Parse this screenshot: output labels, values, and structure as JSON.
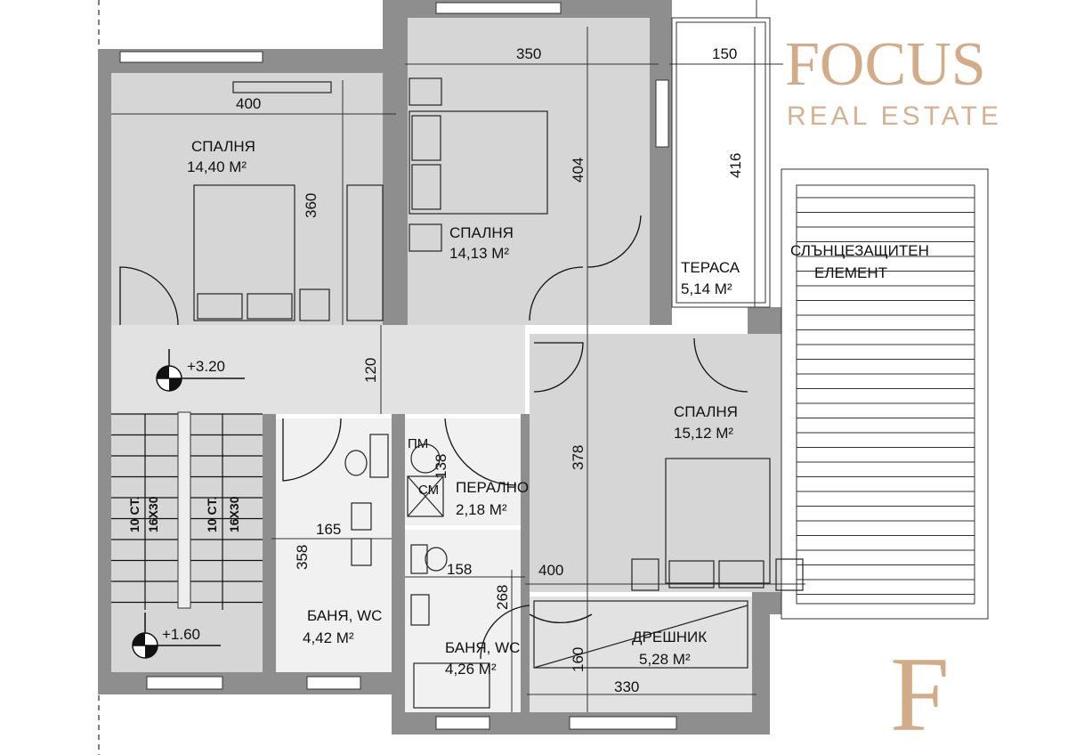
{
  "rooms": {
    "bedroom1": {
      "name": "СПАЛНЯ",
      "area": "14,40 M²"
    },
    "bedroom2": {
      "name": "СПАЛНЯ",
      "area": "14,13 M²"
    },
    "bedroom3": {
      "name": "СПАЛНЯ",
      "area": "15,12 M²"
    },
    "terrace": {
      "name": "ТЕРАСА",
      "area": "5,14 M²"
    },
    "laundry": {
      "name": "ПЕРАЛНО",
      "area": "2,18 M²"
    },
    "bath1": {
      "name": "БАНЯ, WC",
      "area": "4,42 M²"
    },
    "bath2": {
      "name": "БАНЯ, WC",
      "area": "4,26 M²"
    },
    "closet": {
      "name": "ДРЕШНИК",
      "area": "5,28 M²"
    }
  },
  "sunshade": {
    "line1": "СЛЪНЦЕЗАЩИТЕН",
    "line2": "ЕЛЕМЕНТ"
  },
  "appliances": {
    "dishwasher": "ПМ",
    "washer": "СМ"
  },
  "dimensions": {
    "d400_top": "400",
    "d350": "350",
    "d150": "150",
    "d360": "360",
    "d404": "404",
    "d416": "416",
    "d120": "120",
    "d378": "378",
    "d138": "138",
    "d165": "165",
    "d358": "358",
    "d158": "158",
    "d268": "268",
    "d400_mid": "400",
    "d160": "160",
    "d330": "330"
  },
  "levels": {
    "upper": "+3.20",
    "lower": "+1.60"
  },
  "stairs": {
    "flight1_steps": "10 CT.",
    "flight1_size": "16X30",
    "flight2_steps": "10 CT.",
    "flight2_size": "16X30"
  },
  "watermark": {
    "brand": "FOCUS",
    "sub": "REAL ESTATE",
    "logo": "F"
  }
}
